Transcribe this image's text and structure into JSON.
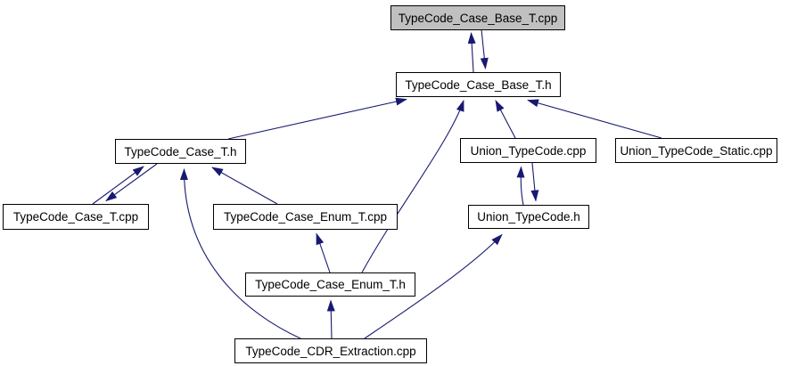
{
  "diagram": {
    "kind": "doxygen-include-dependency-graph",
    "edge_color": "#191970",
    "node_border_color": "#000000",
    "node_fill_color": "#ffffff",
    "highlight_fill_color": "#c0c0c0",
    "nodes": {
      "base_cpp": {
        "label": "TypeCode_Case_Base_T.cpp",
        "highlighted": true
      },
      "base_h": {
        "label": "TypeCode_Case_Base_T.h",
        "highlighted": false
      },
      "case_t_h": {
        "label": "TypeCode_Case_T.h",
        "highlighted": false
      },
      "union_cpp": {
        "label": "Union_TypeCode.cpp",
        "highlighted": false
      },
      "union_static_cpp": {
        "label": "Union_TypeCode_Static.cpp",
        "highlighted": false
      },
      "case_t_cpp": {
        "label": "TypeCode_Case_T.cpp",
        "highlighted": false
      },
      "enum_cpp": {
        "label": "TypeCode_Case_Enum_T.cpp",
        "highlighted": false
      },
      "union_h": {
        "label": "Union_TypeCode.h",
        "highlighted": false
      },
      "enum_h": {
        "label": "TypeCode_Case_Enum_T.h",
        "highlighted": false
      },
      "cdr": {
        "label": "TypeCode_CDR_Extraction.cpp",
        "highlighted": false
      }
    },
    "edges": [
      {
        "from": "base_h",
        "to": "base_cpp"
      },
      {
        "from": "base_cpp",
        "to": "base_h"
      },
      {
        "from": "case_t_h",
        "to": "base_h"
      },
      {
        "from": "enum_h",
        "to": "base_h"
      },
      {
        "from": "union_cpp",
        "to": "base_h"
      },
      {
        "from": "union_static_cpp",
        "to": "base_h"
      },
      {
        "from": "case_t_cpp",
        "to": "case_t_h"
      },
      {
        "from": "case_t_h",
        "to": "case_t_cpp"
      },
      {
        "from": "enum_cpp",
        "to": "case_t_h"
      },
      {
        "from": "cdr",
        "to": "case_t_h"
      },
      {
        "from": "enum_h",
        "to": "enum_cpp"
      },
      {
        "from": "union_h",
        "to": "union_cpp"
      },
      {
        "from": "union_cpp",
        "to": "union_h"
      },
      {
        "from": "cdr",
        "to": "enum_h"
      },
      {
        "from": "cdr",
        "to": "union_h"
      }
    ]
  }
}
